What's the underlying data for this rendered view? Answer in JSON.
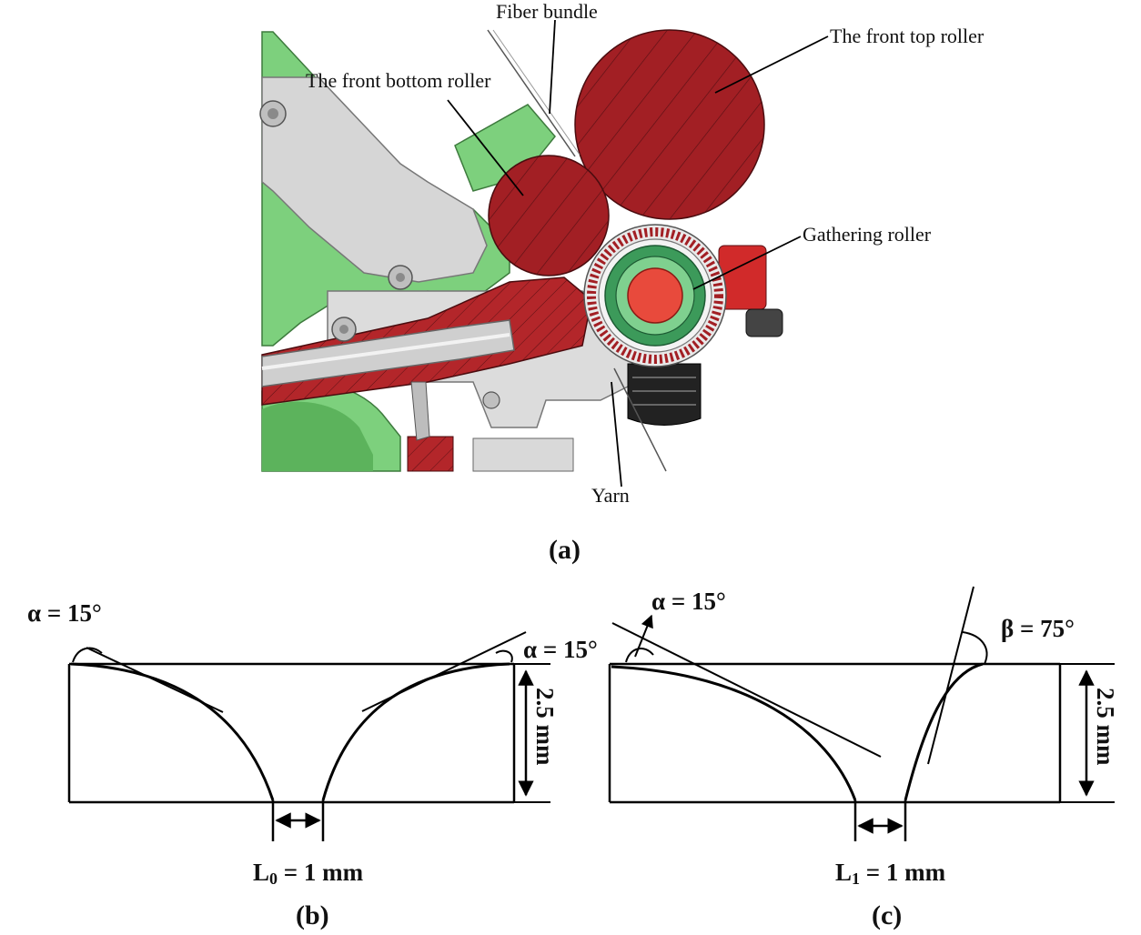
{
  "panel_a": {
    "labels": {
      "fiber_bundle": "Fiber bundle",
      "front_top_roller": "The front top roller",
      "front_bottom_roller": "The front bottom roller",
      "gathering_roller": "Gathering roller",
      "yarn": "Yarn"
    },
    "caption": "(a)",
    "colors": {
      "roller_red": "#a21f24",
      "frame_green": "#7dd07d",
      "frame_grey": "#d6d6d6",
      "hub_red": "#e84a3c"
    }
  },
  "panel_b": {
    "alpha_left": "α = 15°",
    "alpha_right": "α = 15°",
    "height": "2.5 mm",
    "gap_main": "L",
    "gap_sub": "0",
    "gap_rest": " = 1 mm",
    "caption": "(b)"
  },
  "panel_c": {
    "alpha": "α = 15°",
    "beta": "β = 75°",
    "height": "2.5 mm",
    "gap_main": "L",
    "gap_sub": "1",
    "gap_rest": " = 1 mm",
    "caption": "(c)"
  }
}
